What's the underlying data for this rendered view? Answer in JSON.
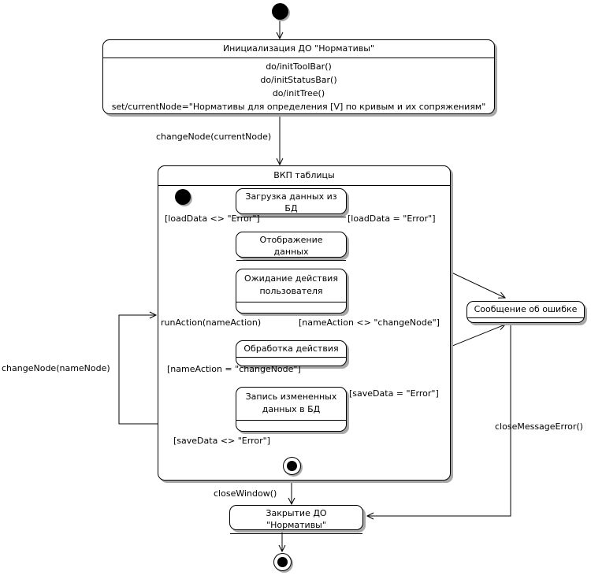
{
  "diagram": {
    "type": "uml-state-machine-diagram",
    "language": "ru",
    "background_color": "#ffffff",
    "line_color": "#000000",
    "shadow_color": "#a8a8a8"
  },
  "states": {
    "init_state": {
      "title": "Инициализация ДО \"Нормативы\"",
      "actions": "do/initToolBar()\ndo/initStatusBar()\ndo/initTree()\nset/currentNode=\"Нормативы для определения [V] по кривым и их сопряжениям\""
    },
    "composite": {
      "title": "ВКП таблицы"
    },
    "load_data": {
      "title": "Загрузка данных из БД"
    },
    "show_data": {
      "title": "Отображение данных"
    },
    "wait_user": {
      "title": "Ожидание действия\nпользователя"
    },
    "process_action": {
      "title": "Обработка действия"
    },
    "save_data": {
      "title": "Запись измененных\nданных в БД"
    },
    "error_message": {
      "title": "Сообщение об ошибке"
    },
    "close_state": {
      "title": "Закрытие ДО \"Нормативы\""
    }
  },
  "transitions": {
    "change_node_current": "changeNode(currentNode)",
    "load_data_ok": "[loadData <> \"Error\"]",
    "load_data_error": "[loadData = \"Error\"]",
    "run_action": "runAction(nameAction)",
    "name_action_not_change": "[nameAction <> \"changeNode\"]",
    "name_action_change": "[nameAction = \"changeNode\"]",
    "save_data_error": "[saveData = \"Error\"]",
    "save_data_ok": "[saveData <> \"Error\"]",
    "change_node_name": "changeNode(nameNode)",
    "close_message_error": "closeMessageError()",
    "close_window": "closeWindow()"
  },
  "nodes": {
    "start_top": "initial-node",
    "start_inner": "initial-node",
    "final_inner": "final-node",
    "final_bottom": "final-node"
  }
}
